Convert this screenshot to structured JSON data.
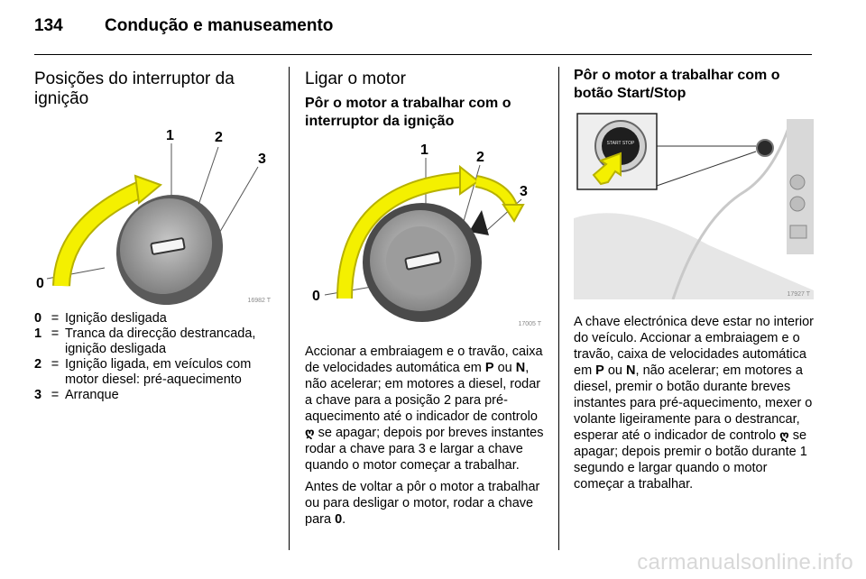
{
  "header": {
    "page_number": "134",
    "chapter_title": "Condução e manuseamento"
  },
  "col1": {
    "title": "Posições do interruptor da ignição",
    "figure": {
      "code": "16982 T",
      "labels": [
        "0",
        "1",
        "2",
        "3"
      ]
    },
    "legend": [
      {
        "key": "0",
        "eq": "=",
        "text": "Ignição desligada"
      },
      {
        "key": "1",
        "eq": "=",
        "text": "Tranca da direcção destrancada, ignição desligada"
      },
      {
        "key": "2",
        "eq": "=",
        "text": "Ignição ligada, em veículos com motor diesel: pré-aquecimento"
      },
      {
        "key": "3",
        "eq": "=",
        "text": "Arranque"
      }
    ]
  },
  "col2": {
    "title": "Ligar o motor",
    "subtitle": "Pôr o motor a trabalhar com o interruptor da ignição",
    "figure": {
      "code": "17005 T",
      "labels": [
        "0",
        "1",
        "2",
        "3"
      ]
    },
    "p1": {
      "a": "Accionar a embraiagem e o travão, caixa de velocidades automática em ",
      "b1": "P",
      "c": " ou ",
      "b2": "N",
      "d": ", não acelerar; em motores a diesel, rodar a chave para a posição 2 para pré-aquecimento até o indicador de controlo ",
      "icon": "ღ",
      "e": " se apagar; depois por breves instantes rodar a chave para 3 e largar a chave quando o motor começar a trabalhar."
    },
    "p2": {
      "a": "Antes de voltar a pôr o motor a trabalhar ou para desligar o motor, rodar a chave para ",
      "b": "0",
      "c": "."
    }
  },
  "col3": {
    "title": "Pôr o motor a trabalhar com o botão Start/Stop",
    "figure": {
      "code": "17927 T",
      "button_label": "START STOP"
    },
    "p1": {
      "a": "A chave electrónica deve estar no interior do veículo. Accionar a embraiagem e o travão, caixa de velocidades automática em ",
      "b1": "P",
      "c": " ou ",
      "b2": "N",
      "d": ", não acelerar; em motores a diesel, premir o botão durante breves instantes para pré-aquecimento, mexer o volante ligeiramente para o destrancar, esperar até o indicador de controlo ",
      "icon": "ღ",
      "e": " se apagar; depois premir o botão durante 1 segundo e largar quando o motor começar a trabalhar."
    }
  },
  "watermark": "carmanualsonline.info",
  "colors": {
    "arrow_yellow": "#f4f000",
    "arrow_outline": "#b7b100",
    "cylinder_grey": "#8a8a8a"
  },
  "icons": {
    "glow_plug": "glow-plug-icon"
  }
}
